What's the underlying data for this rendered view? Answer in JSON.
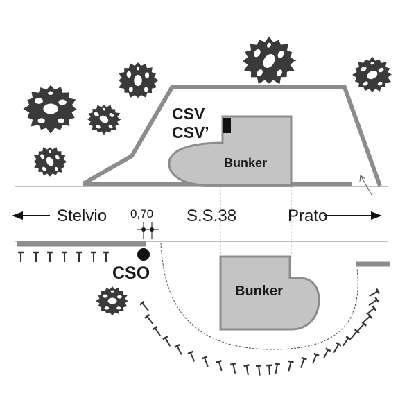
{
  "labels": {
    "csv": "CSV",
    "csv_prime": "CSV’",
    "bunker_top": "Bunker",
    "bunker_bottom": "Bunker",
    "stelvio": "Stelvio",
    "road": "S.S.38",
    "prato": "Prato",
    "distance": "0,70",
    "cso": "CSO"
  },
  "colors": {
    "structure": "#8c8c8c",
    "bunker_fill": "#c4c4c4",
    "tree": "#3a3a3a",
    "ink": "#1a1a1a"
  }
}
